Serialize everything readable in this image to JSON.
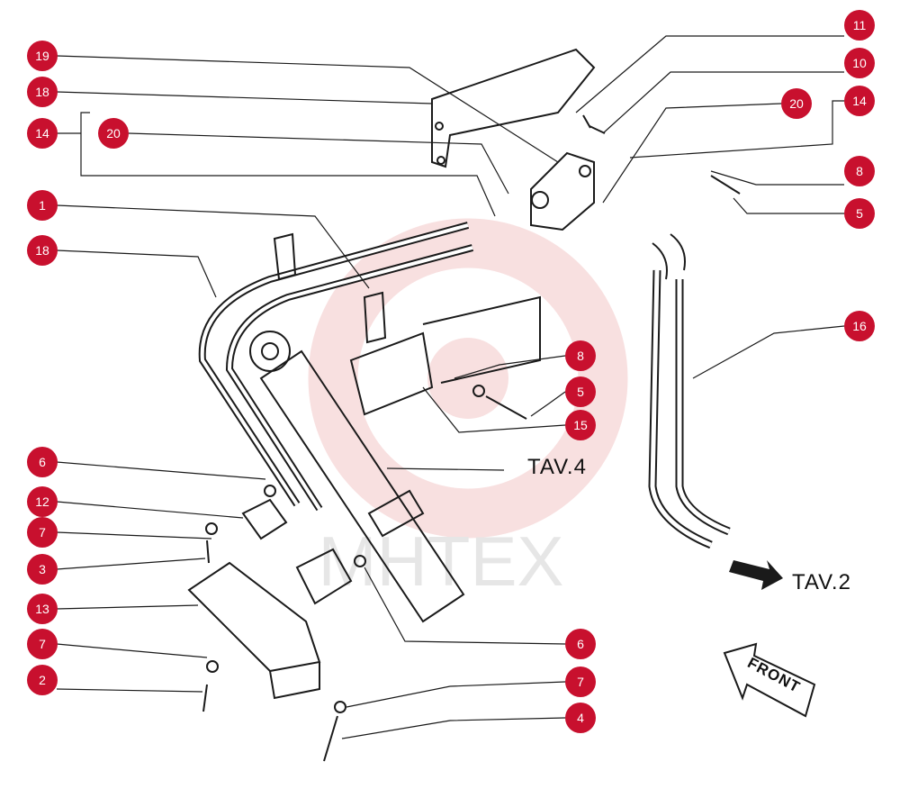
{
  "colors": {
    "marker": "#c8102e",
    "line": "#1a1a1a",
    "watermark": "#f3c7c7"
  },
  "watermark": {
    "text": "MHTEX"
  },
  "refs": {
    "tav4": "TAV.4",
    "tav2": "TAV.2",
    "front": "FRONT"
  },
  "markers": [
    "19",
    "18",
    "14",
    "20",
    "1",
    "18",
    "11",
    "10",
    "20",
    "14",
    "8",
    "5",
    "16",
    "8",
    "5",
    "15",
    "6",
    "12",
    "7",
    "3",
    "13",
    "7",
    "2",
    "6",
    "7",
    "4"
  ]
}
